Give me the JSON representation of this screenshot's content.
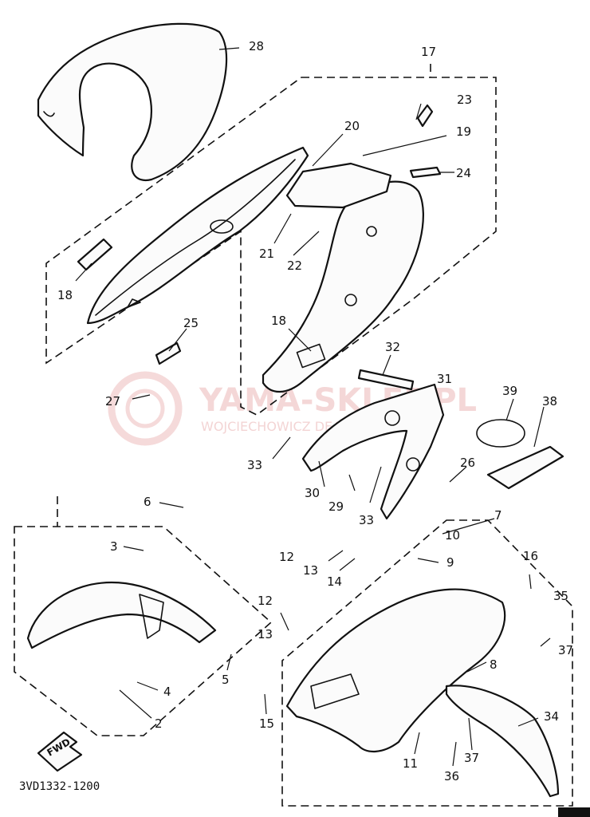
{
  "watermark": {
    "brand": "YAMA-SKLEP.PL",
    "sub": "WOJCIECHOWICZ DEALER YAMAHA",
    "color": "#f1caca"
  },
  "diagram_code": "3VD1332-1200",
  "fwd_label": "FWD",
  "callouts": [
    "28",
    "17",
    "23",
    "20",
    "19",
    "24",
    "21",
    "22",
    "18",
    "25",
    "18",
    "27",
    "32",
    "31",
    "39",
    "38",
    "33",
    "30",
    "29",
    "33",
    "26",
    "6",
    "3",
    "7",
    "10",
    "12",
    "13",
    "14",
    "9",
    "16",
    "35",
    "12",
    "13",
    "37",
    "4",
    "5",
    "8",
    "2",
    "15",
    "11",
    "37",
    "36",
    "34"
  ]
}
